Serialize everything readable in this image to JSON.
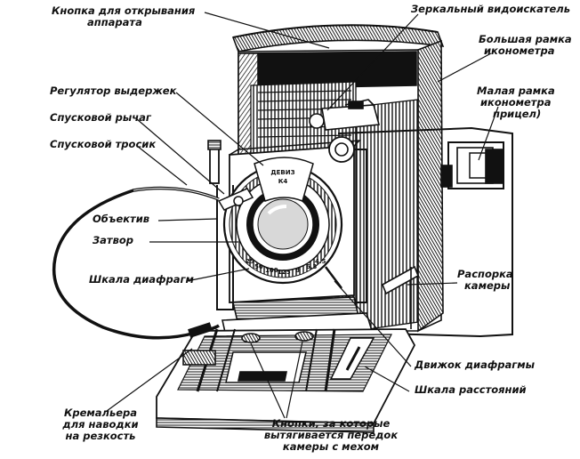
{
  "labels": {
    "open_button": [
      "Кнопка для открывания",
      "аппарата"
    ],
    "mirror_viewfinder": "Зеркальный видоискатель",
    "large_frame": [
      "Большая рамка",
      "иконометра"
    ],
    "small_frame": [
      "Малая рамка",
      "иконометра",
      "прицел)"
    ],
    "shutter_speed": "Регулятор выдержек",
    "release_lever": "Спусковой рычаг",
    "release_cable": "Спусковой тросик",
    "lens": "Объектив",
    "shutter": "Затвор",
    "aperture_scale": "Шкала диафрагм",
    "camera_strut": [
      "Распорка",
      "камеры"
    ],
    "aperture_slider": "Движок диафрагмы",
    "distance_scale": "Шкала расстояний",
    "rack": [
      "Кремальера",
      "для наводки",
      "на резкость"
    ],
    "buttons_front": [
      "Кнопки, за которые",
      "вытягивается передок",
      "камеры с мехом"
    ]
  },
  "shutter_markings": {
    "top": [
      "ДЕВИЗ",
      "К4"
    ],
    "aperture_numbers": [
      "25",
      "50",
      "100",
      "125",
      "8",
      "6.3",
      "4.5"
    ]
  }
}
